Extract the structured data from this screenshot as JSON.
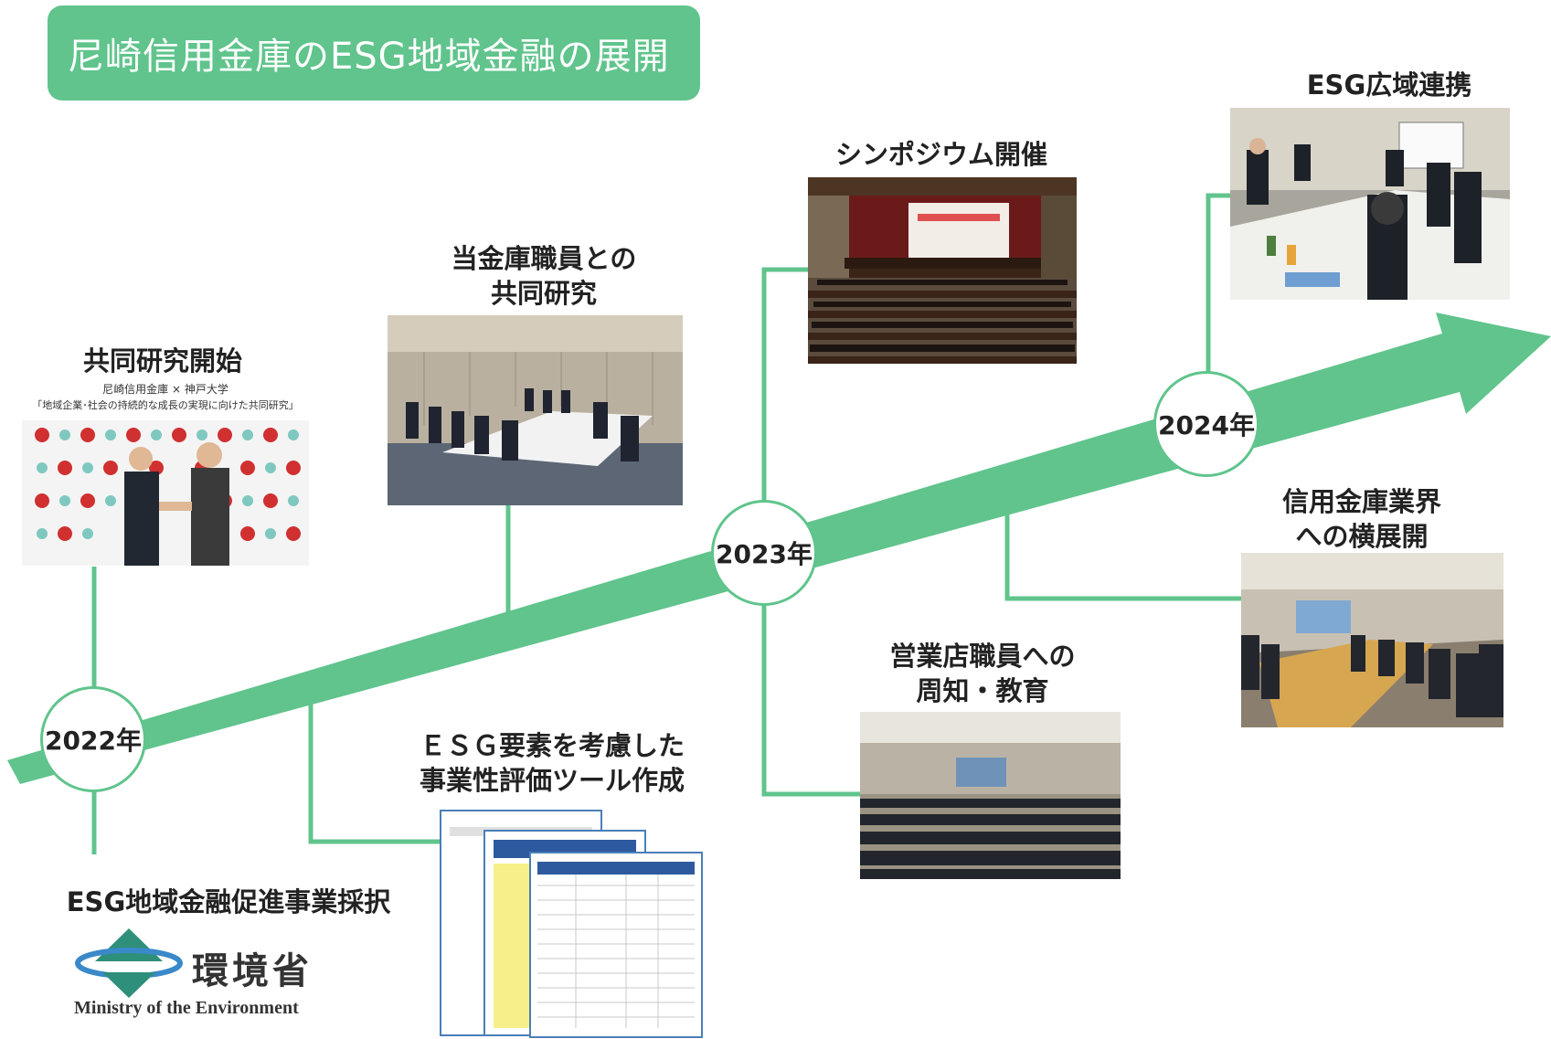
{
  "title": "尼崎信用金庫のESG地域金融の展開",
  "colors": {
    "accent": "#60c48c",
    "text": "#222222"
  },
  "years": [
    "2022年",
    "2023年",
    "2024年"
  ],
  "events": [
    {
      "id": "joint-research-start",
      "lines": [
        "共同研究開始"
      ]
    },
    {
      "id": "joint-research-staff",
      "lines": [
        "当金庫職員との",
        "共同研究"
      ]
    },
    {
      "id": "symposium",
      "lines": [
        "シンポジウム開催"
      ]
    },
    {
      "id": "esg-wide-area",
      "lines": [
        "ESG広域連携"
      ]
    },
    {
      "id": "industry-expansion",
      "lines": [
        "信用金庫業界",
        "への横展開"
      ]
    },
    {
      "id": "branch-education",
      "lines": [
        "営業店職員への",
        "周知・教育"
      ]
    },
    {
      "id": "evaluation-tool",
      "lines": [
        "ＥＳＧ要素を考慮した",
        "事業性評価ツール作成"
      ]
    },
    {
      "id": "ministry-adoption",
      "lines": [
        "ESG地域金融促進事業採択"
      ]
    }
  ],
  "photo_banner": {
    "line1": "尼崎信用金庫 × 神戸大学",
    "line2": "「地域企業･社会の持続的な成長の実現に向けた共同研究」"
  },
  "logo": {
    "name": "環境省",
    "subtitle": "Ministry of the Environment"
  }
}
